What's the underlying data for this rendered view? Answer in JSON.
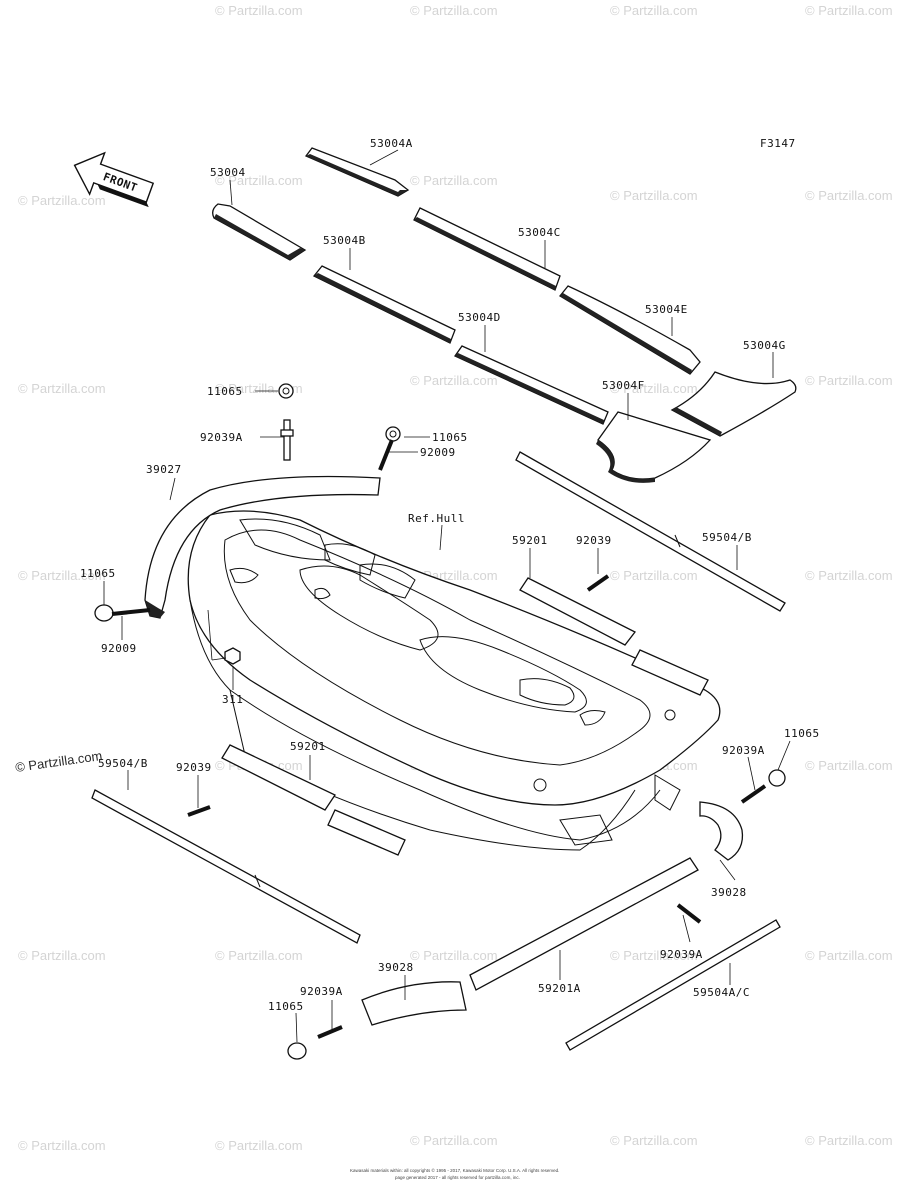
{
  "diagram_code": "F3147",
  "front_label": "FRONT",
  "hull_ref": "Ref.Hull",
  "parts": {
    "p53004": "53004",
    "p53004A": "53004A",
    "p53004B": "53004B",
    "p53004C": "53004C",
    "p53004D": "53004D",
    "p53004E": "53004E",
    "p53004F": "53004F",
    "p53004G": "53004G",
    "p11065_a": "11065",
    "p11065_b": "11065",
    "p11065_c": "11065",
    "p11065_d": "11065",
    "p11065_e": "11065",
    "p92039A_a": "92039A",
    "p92039A_b": "92039A",
    "p92039A_c": "92039A",
    "p92039A_d": "92039A",
    "p92009_a": "92009",
    "p92009_b": "92009",
    "p39027": "39027",
    "p39028_a": "39028",
    "p39028_b": "39028",
    "p59201_a": "59201",
    "p59201_b": "59201",
    "p59201A": "59201A",
    "p92039_a": "92039",
    "p92039_b": "92039",
    "p59504B_a": "59504/B",
    "p59504B_b": "59504/B",
    "p59504AC": "59504A/C",
    "p311": "311"
  },
  "watermark": "© Partzilla.com",
  "footer_line1": "Kawasaki materials within: all copyrights © 1995 - 2017, Kawasaki Motor Corp. U.S.A. All rights reserved.",
  "footer_line2": "page generated 2017 - all rights reserved for partzilla.com, inc."
}
